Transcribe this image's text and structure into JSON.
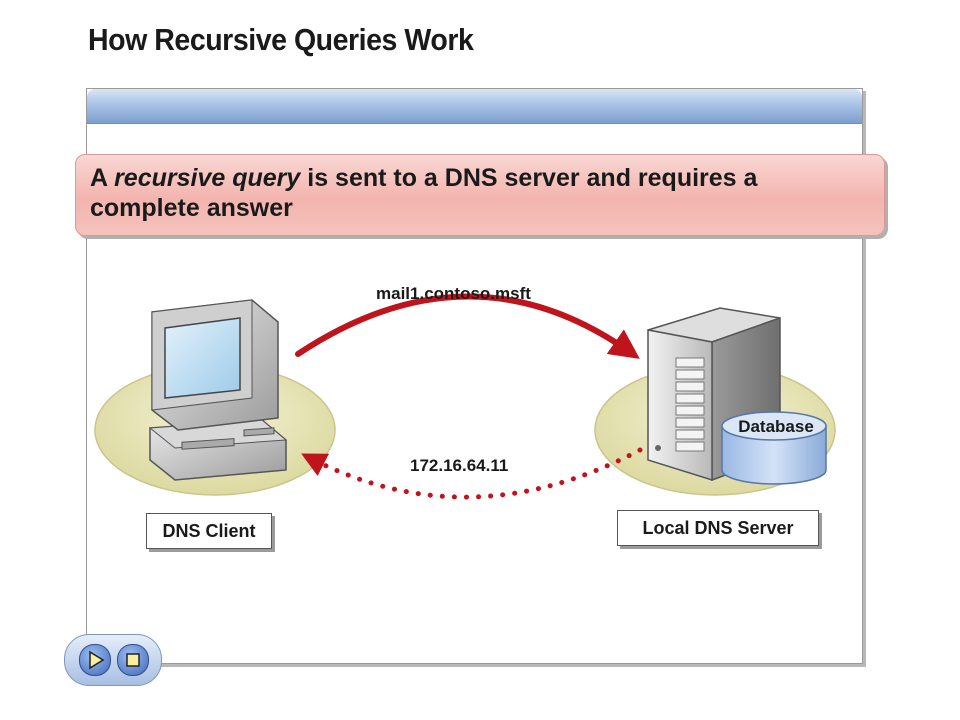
{
  "title": "How Recursive Queries Work",
  "banner": {
    "prefix": "A ",
    "emphasis": "recursive query",
    "suffix": " is sent to a DNS server and requires a complete answer"
  },
  "client_label": "DNS Client",
  "server_label": "Local DNS Server",
  "database_label": "Database",
  "query_label": "mail1.contoso.msft",
  "response_label": "172.16.64.11",
  "colors": {
    "arrow": "#c0141c",
    "header": "#8fb0dc",
    "banner": "#f3b4ae",
    "platform": "#ebe8b8"
  },
  "nav_icons": [
    "play-icon",
    "stop-icon"
  ]
}
